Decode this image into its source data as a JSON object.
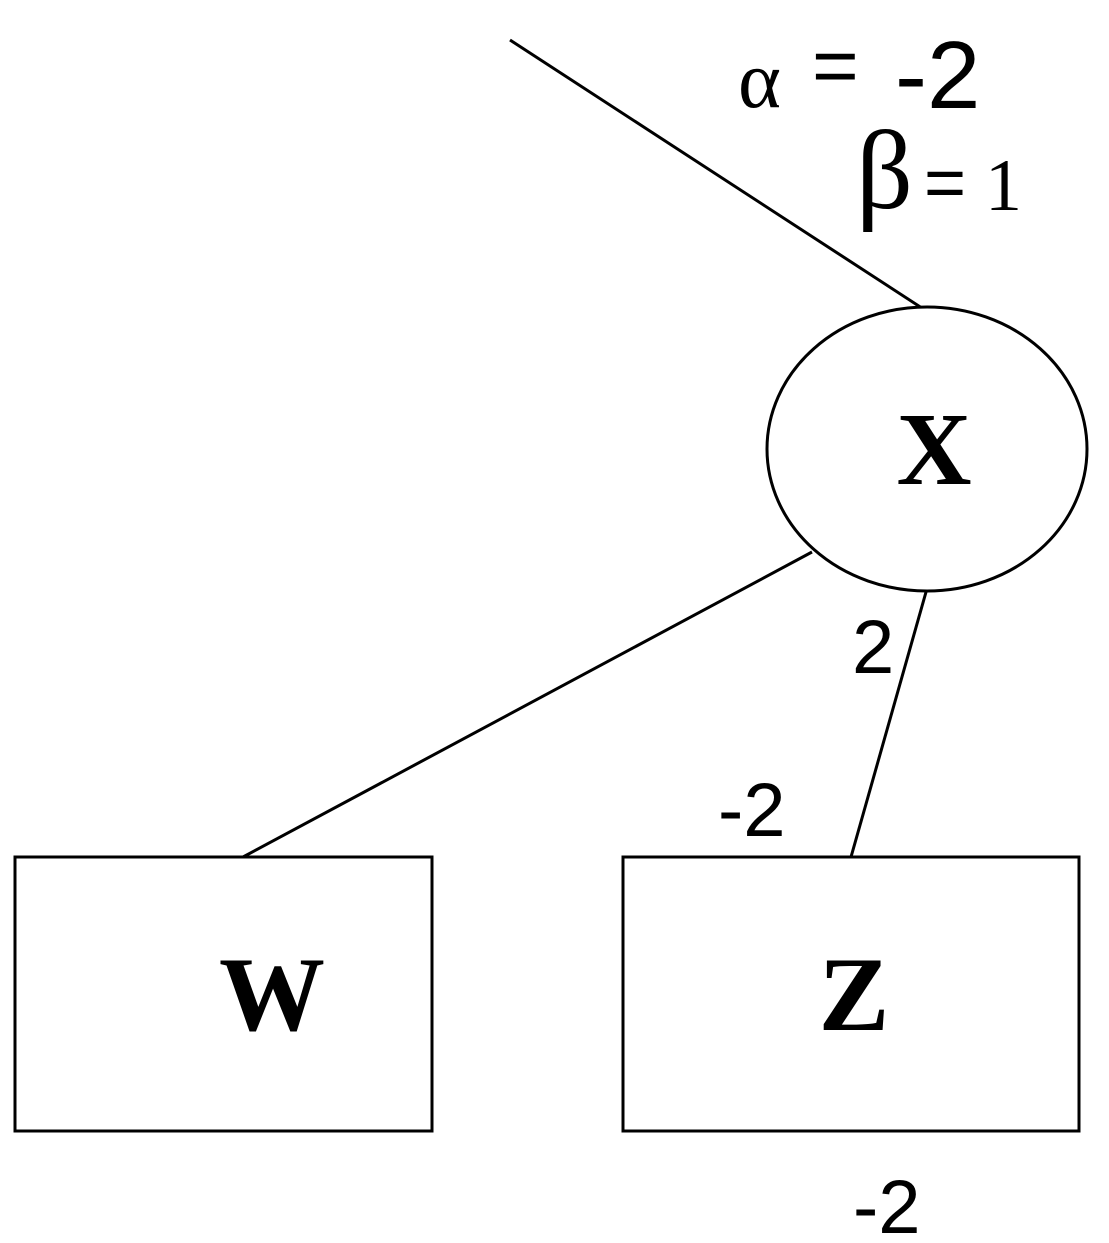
{
  "colors": {
    "stroke": "#000000",
    "fill": "#ffffff",
    "text": "#000000"
  },
  "node_x": {
    "label": "X"
  },
  "node_w": {
    "label": "W"
  },
  "node_z": {
    "label": "Z"
  },
  "annotations": {
    "alpha_symbol": "α",
    "alpha_equals": "=",
    "alpha_value": "-2",
    "beta_symbol": "β",
    "beta_equals": "=",
    "beta_value": "1",
    "edge_value_upper": "2",
    "edge_value_lower": "-2",
    "z_value": "-2"
  }
}
